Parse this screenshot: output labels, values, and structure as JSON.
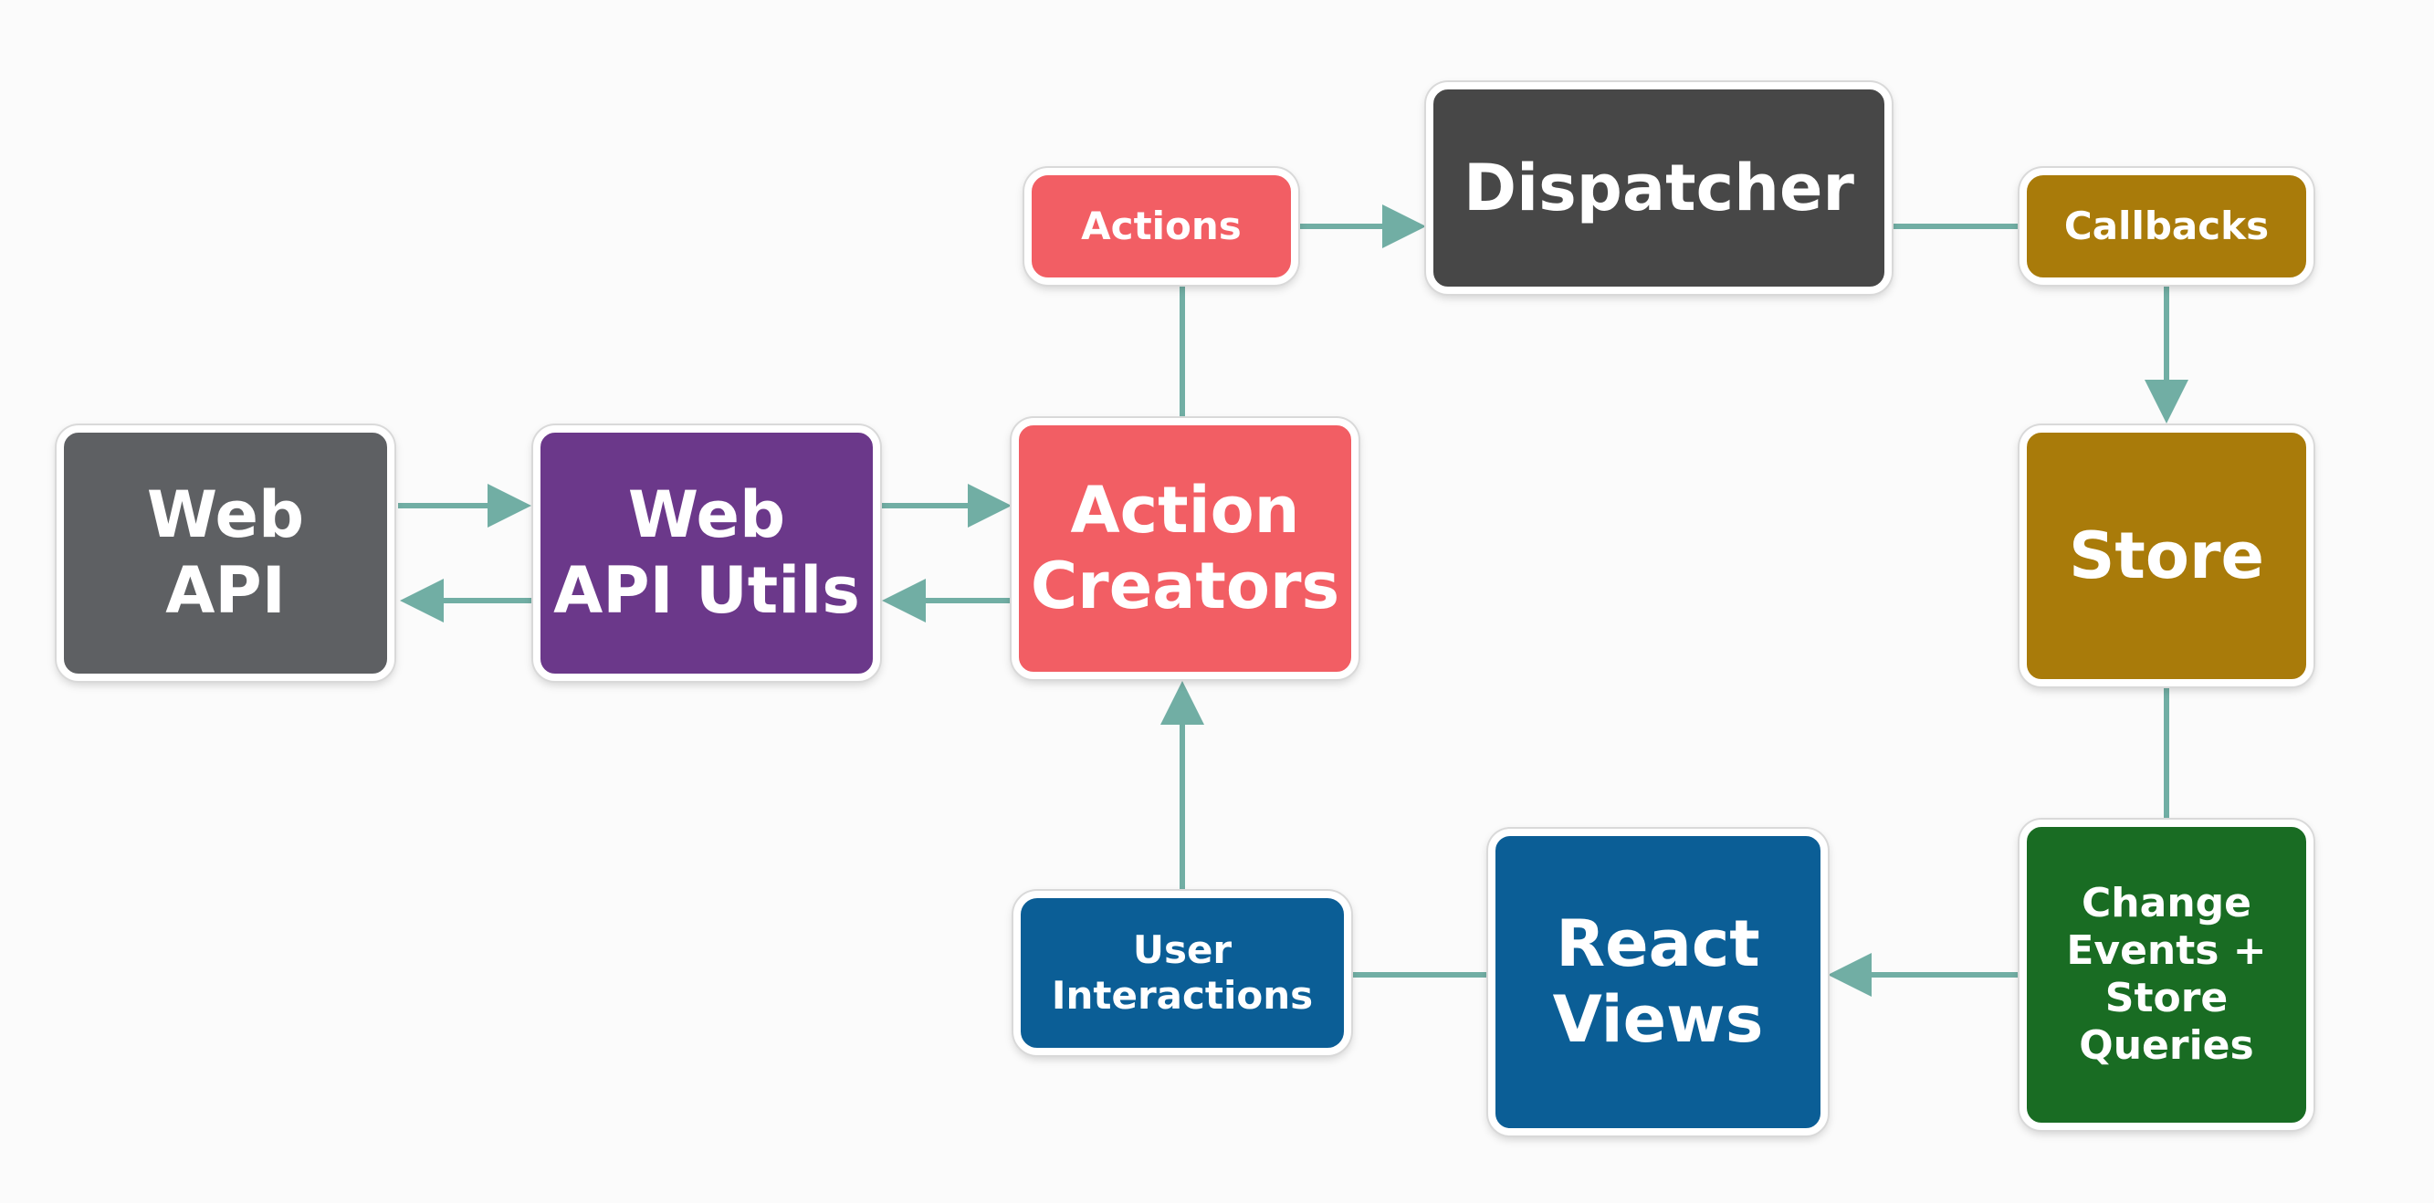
{
  "colors": {
    "arrow": "#71aea4",
    "actions": "#f25e64",
    "dispatcher": "#474747",
    "callbacks": "#a97b0a",
    "web_api": "#5e6063",
    "web_api_utils": "#6b388a",
    "action_creators": "#f25e64",
    "store": "#a97b0a",
    "user_interactions": "#0b5e96",
    "react_views": "#0b5e96",
    "change_events": "#196c23"
  },
  "nodes": {
    "actions": "Actions",
    "dispatcher": "Dispatcher",
    "callbacks": "Callbacks",
    "web_api": "Web\nAPI",
    "web_api_utils": "Web\nAPI Utils",
    "action_creators": "Action\nCreators",
    "store": "Store",
    "user_interactions": "User\nInteractions",
    "react_views": "React\nViews",
    "change_events": "Change\nEvents +\nStore\nQueries"
  }
}
